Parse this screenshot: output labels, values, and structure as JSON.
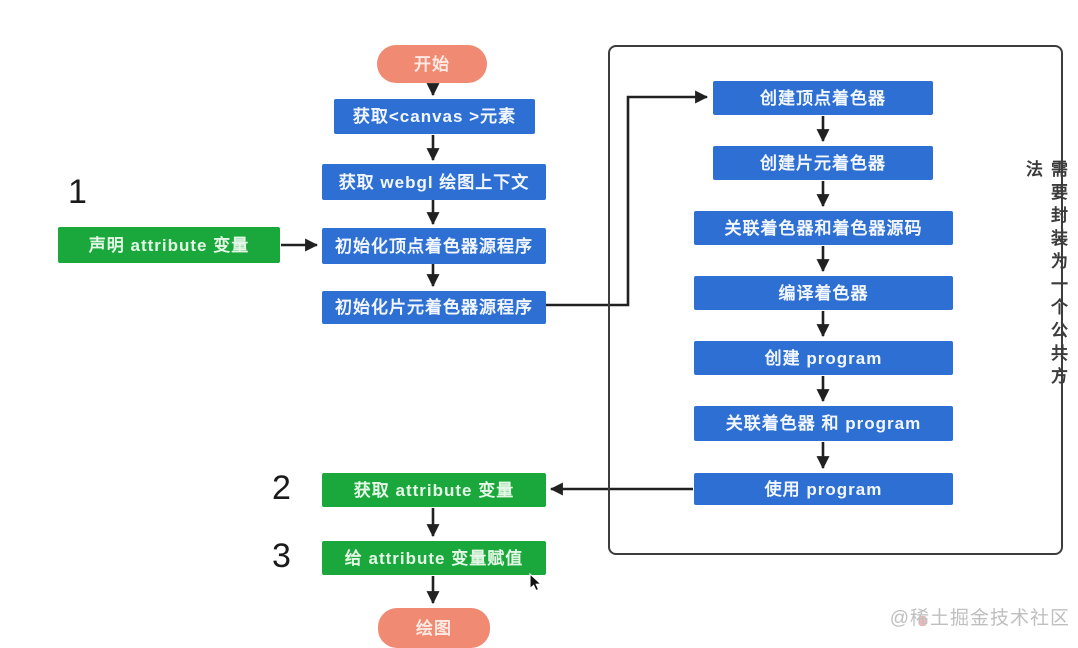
{
  "colors": {
    "node_blue": "#2e6fd3",
    "node_green": "#1aa83c",
    "node_salmon": "#f08a73",
    "connector_line": "#212121",
    "panel_border": "#3d3d3d",
    "note_text": "#3c3c3c",
    "watermark_text": "#bfbfbf"
  },
  "nodes": {
    "start": {
      "label": "开始"
    },
    "get_canvas": {
      "label": "获取<canvas >元素"
    },
    "get_context": {
      "label": "获取 webgl 绘图上下文"
    },
    "init_vertex_source": {
      "label": "初始化顶点着色器源程序"
    },
    "init_fragment_source": {
      "label": "初始化片元着色器源程序"
    },
    "declare_attribute": {
      "number": "1",
      "label": "声明 attribute 变量"
    },
    "get_attribute": {
      "number": "2",
      "label": "获取 attribute 变量"
    },
    "assign_attribute": {
      "number": "3",
      "label": "给 attribute 变量赋值"
    },
    "draw": {
      "label": "绘图"
    },
    "create_vertex_shader": {
      "label": "创建顶点着色器"
    },
    "create_fragment_shader": {
      "label": "创建片元着色器"
    },
    "attach_shader_source": {
      "label": "关联着色器和着色器源码"
    },
    "compile_shader": {
      "label": "编译着色器"
    },
    "create_program": {
      "label": "创建 program"
    },
    "attach_shader_program": {
      "label": "关联着色器 和 program"
    },
    "use_program": {
      "label": "使用 program"
    }
  },
  "panel": {
    "note_vertical": "需要封装为一个公共方法"
  },
  "watermark": "@稀土掘金技术社区"
}
